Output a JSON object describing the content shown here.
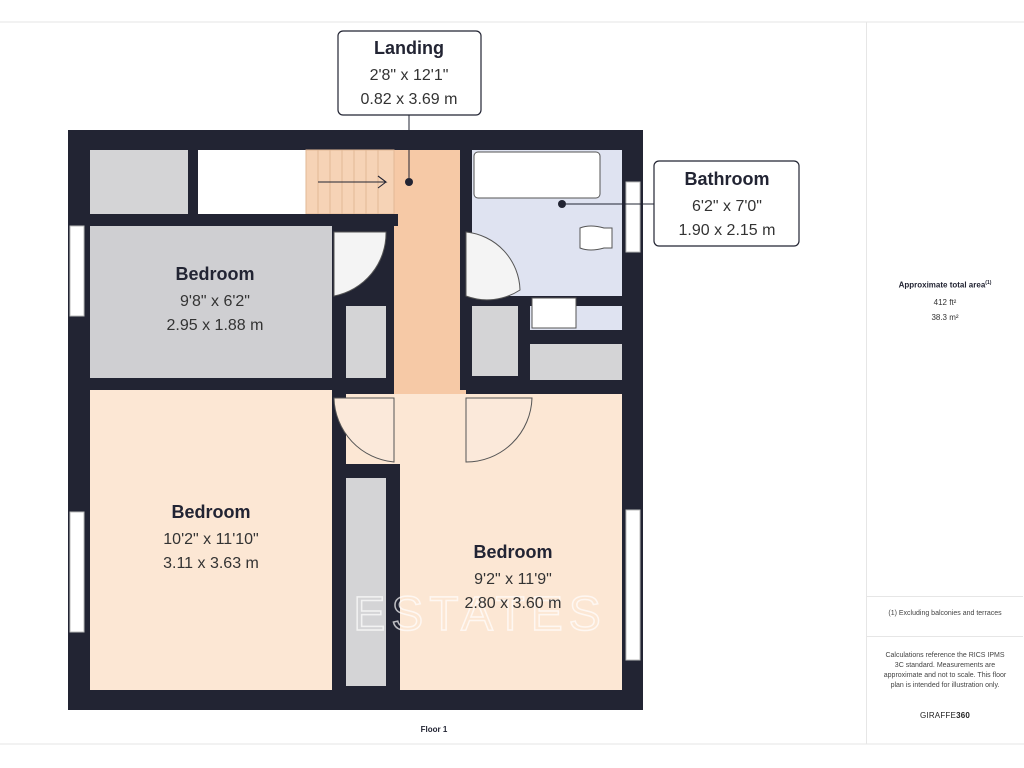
{
  "rooms": [
    {
      "id": "landing",
      "name": "Landing",
      "imperial": "2'8\" x 12'1\"",
      "metric": "0.82 x 3.69 m"
    },
    {
      "id": "bathroom",
      "name": "Bathroom",
      "imperial": "6'2\" x 7'0\"",
      "metric": "1.90 x 2.15 m"
    },
    {
      "id": "bedroom-top",
      "name": "Bedroom",
      "imperial": "9'8\" x 6'2\"",
      "metric": "2.95 x 1.88 m"
    },
    {
      "id": "bedroom-left",
      "name": "Bedroom",
      "imperial": "10'2\" x 11'10\"",
      "metric": "3.11 x 3.63 m"
    },
    {
      "id": "bedroom-right",
      "name": "Bedroom",
      "imperial": "9'2\" x 11'9\"",
      "metric": "2.80 x 3.60 m"
    }
  ],
  "summary": {
    "title": "Approximate total area",
    "title_note": "(1)",
    "area_ft": "412 ft²",
    "area_m": "38.3 m²",
    "footnote": "(1) Excluding balconies and terraces",
    "calculations": "Calculations reference the RICS IPMS 3C standard. Measurements are approximate and not to scale. This floor plan is intended for illustration only.",
    "brand_prefix": "GIRAFFE",
    "brand_suffix": "360"
  },
  "floor_label": "Floor 1",
  "watermark": {
    "text": "ESTATES"
  },
  "colors": {
    "wall": "#222433",
    "bedroom_grey": "#cfcfd2",
    "bedroom_peach": "#fce7d4",
    "landing": "#f6c9a6",
    "bathroom": "#dfe3f1",
    "cupboard": "#d4d4d6"
  }
}
